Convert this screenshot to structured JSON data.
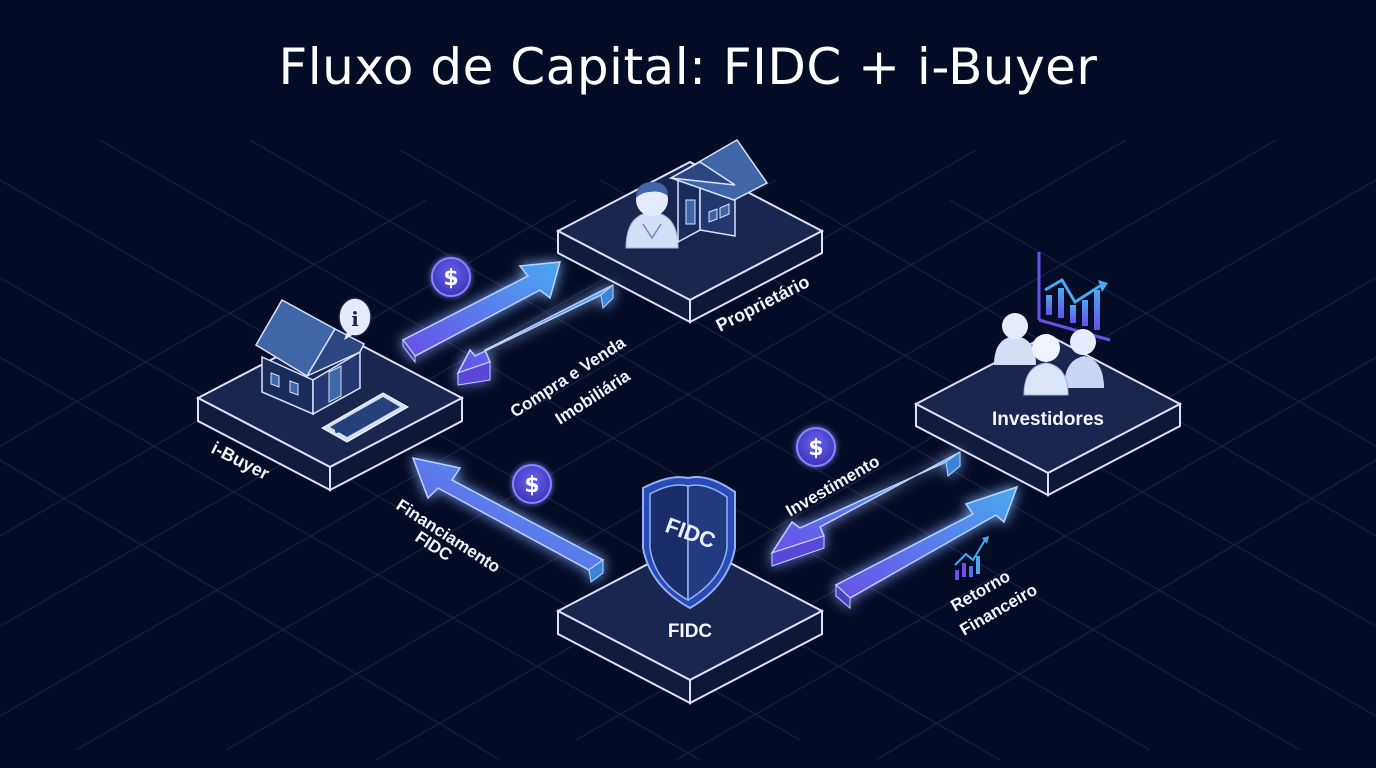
{
  "title": "Fluxo de Capital: FIDC + i-Buyer",
  "colors": {
    "background": "#050c26",
    "grid": "#1b2547",
    "platform_top": "#1a2550",
    "platform_side": "#121b3e",
    "platform_edge": "#d9e2ff",
    "arrow_light": "#4aa8f0",
    "arrow_dark": "#6a4fe8",
    "coin": "#5b4fe0",
    "icon_blue": "#3f67a8",
    "icon_light": "#d4def5"
  },
  "nodes": {
    "ibuyer": {
      "label": "i-Buyer",
      "icons": [
        "house-icon",
        "info-bubble-icon",
        "tablet-icon"
      ]
    },
    "proprietario": {
      "label": "Proprietário",
      "icons": [
        "person-icon",
        "house-icon"
      ]
    },
    "investidores": {
      "label": "Investidores",
      "icons": [
        "people-group-icon",
        "growth-chart-icon"
      ]
    },
    "fidc": {
      "label": "FIDC",
      "shield_text": "FIDC",
      "icons": [
        "shield-icon"
      ]
    }
  },
  "flows": {
    "compra_venda": {
      "label_line1": "Compra e Venda",
      "label_line2": "Imobiliária",
      "coin": "$"
    },
    "financiamento": {
      "label_line1": "Financiamento",
      "label_line2": "FIDC",
      "coin": "$"
    },
    "investimento": {
      "label": "Investimento",
      "coin": "$"
    },
    "retorno": {
      "label_line1": "Retorno",
      "label_line2": "Financeiro"
    }
  }
}
